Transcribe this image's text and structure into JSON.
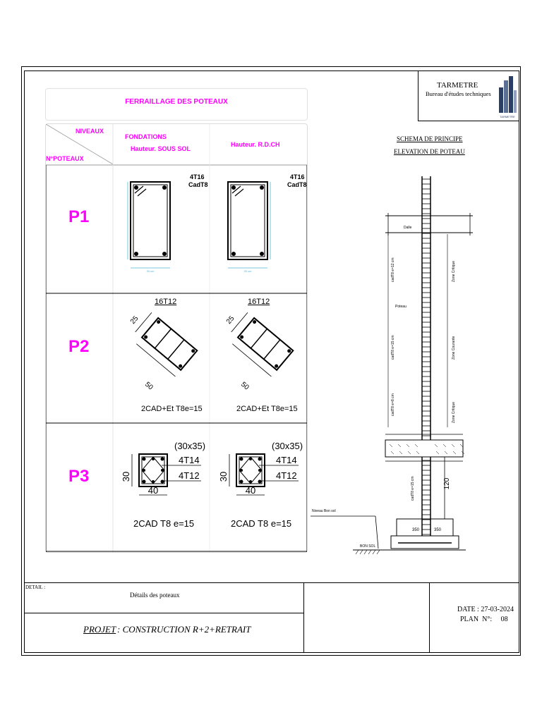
{
  "company": {
    "name": "TARMETRE",
    "subtitle": "Bureau d'études techniques",
    "logo_text": "TARMETRE"
  },
  "table": {
    "title": "FERRAILLAGE DES POTEAUX",
    "header_niveaux": "NIVEAUX",
    "header_npoteaux": "N°POTEAUX",
    "col1": [
      "FONDATIONS",
      "Hauteur. SOUS SOL"
    ],
    "col2": "Hauteur. R.D.CH",
    "accent": "#ff00ff",
    "rows": [
      {
        "label": "P1",
        "col1_rebar": [
          "4T16",
          "CadT8"
        ],
        "col2_rebar": [
          "4T16",
          "CadT8"
        ]
      },
      {
        "label": "P2",
        "col1_top": "16T12",
        "col1_dims": [
          "25",
          "50"
        ],
        "col1_bottom": "2CAD+Et T8e=15",
        "col2_top": "16T12",
        "col2_dims": [
          "25",
          "50"
        ],
        "col2_bottom": "2CAD+Et T8e=15"
      },
      {
        "label": "P3",
        "section": "(30x35)",
        "bars": [
          "4T14",
          "4T12"
        ],
        "height": "30",
        "width": "40",
        "stirrups": "2CAD T8 e=15"
      }
    ]
  },
  "schema": {
    "title1": "SCHEMA DE PRINCIPE",
    "title2": "ELEVATION DE POTEAU",
    "dalle": "Dalle",
    "poteau": "Poteau",
    "niveau_bon_sol": "Niveau Bon sol",
    "bon_sol": "BON SOL",
    "dim_120": "120",
    "dim_350_left": "350",
    "dim_350_right": "350",
    "left_labels": [
      "cadT8 e=12 cm",
      "cadT8 e=15 cm",
      "cadT8 e=8 cm"
    ],
    "right_labels": [
      "Zone Critique",
      "Zone Courante",
      "Zone Critique"
    ]
  },
  "footer": {
    "detail_label": "DETAIL :",
    "detail_value": "Détails des poteaux",
    "projet_label": "PROJET",
    "projet_value": ": CONSTRUCTION R+2+RETRAIT",
    "date": "DATE : 27-03-2024",
    "plan": "PLAN  N°:     08"
  }
}
